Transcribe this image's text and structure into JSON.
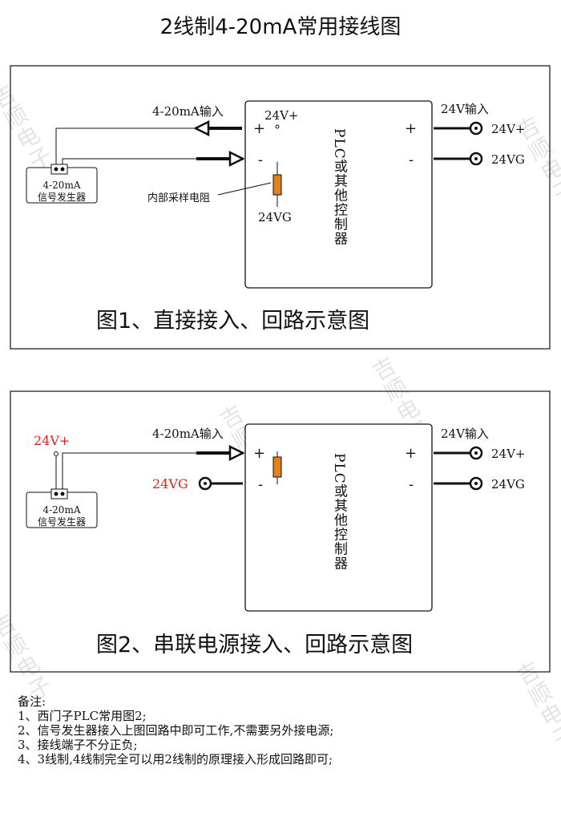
{
  "title": "2线制4-20mA常用接线图",
  "watermark": "吉顺电子",
  "controller_label": "PLC或其他控制器",
  "generator_label": [
    "4-20mA",
    "信号发生器"
  ],
  "fig1": {
    "caption": "图1、直接接入、回路示意图",
    "input_label": "4-20mA输入",
    "power_label": "24V输入",
    "plus": "+",
    "minus": "-",
    "internal_supply": "24V+",
    "resistor_label": "内部采样电阻",
    "ground_label": "24VG",
    "term_pos": "24V+",
    "term_neg": "24VG"
  },
  "fig2": {
    "caption": "图2、串联电源接入、回路示意图",
    "input_label": "4-20mA输入",
    "power_label": "24V输入",
    "plus": "+",
    "minus": "-",
    "ext_pos": "24V+",
    "ext_neg": "24VG",
    "term_pos": "24V+",
    "term_neg": "24VG"
  },
  "notes": {
    "heading": "备注:",
    "items": [
      "1、西门子PLC常用图2;",
      "2、信号发生器接入上图回路中即可工作,不需要另外接电源;",
      "3、接线端子不分正负;",
      "4、3线制,4线制完全可以用2线制的原理接入形成回路即可;"
    ]
  },
  "colors": {
    "resistor": "#e0801e",
    "highlight": "#e0221b",
    "line": "#111111"
  }
}
